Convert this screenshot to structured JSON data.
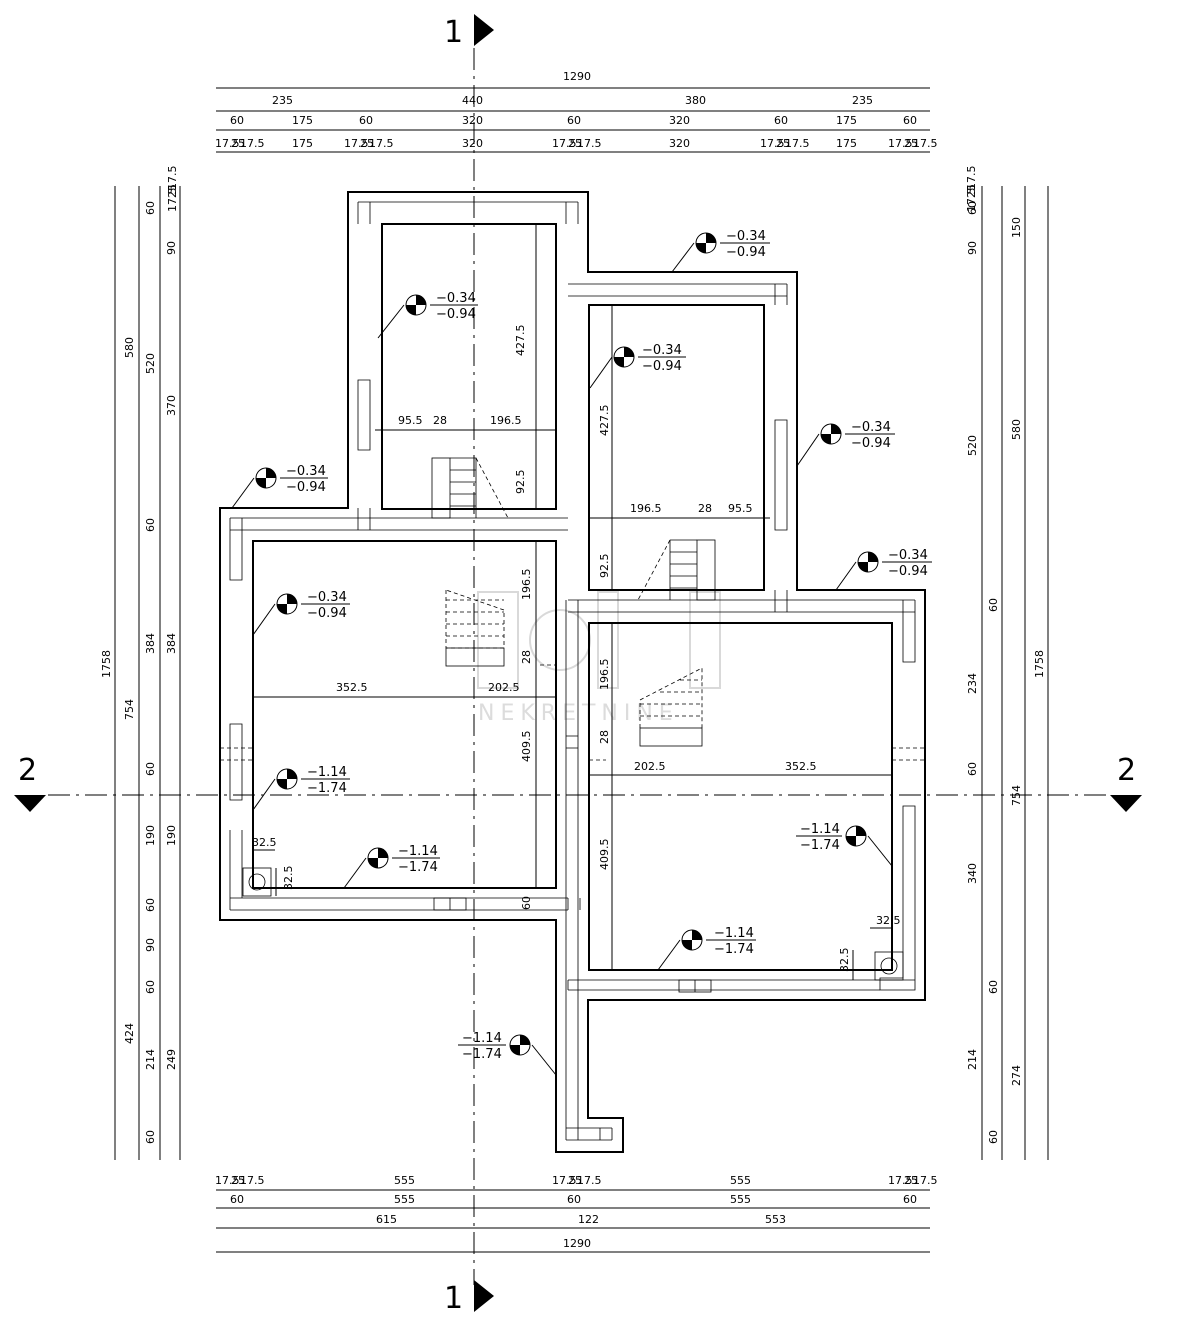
{
  "sections": {
    "s1": "1",
    "s2": "2"
  },
  "watermark": {
    "logo": "NO.1",
    "text": "NEKRETNINE"
  },
  "top_dims": {
    "overall": "1290",
    "row2": [
      "235",
      "440",
      "380",
      "235"
    ],
    "row3": [
      "60",
      "175",
      "60",
      "320",
      "60",
      "320",
      "60",
      "175",
      "60"
    ],
    "row4": [
      "17.5",
      "25",
      "17.5",
      "175",
      "17.5",
      "25",
      "17.5",
      "320",
      "17.5",
      "25",
      "17.5",
      "320",
      "17.5",
      "25",
      "17.5",
      "175",
      "17.5",
      "25",
      "17.5"
    ]
  },
  "bottom_dims": {
    "row1": [
      "17.5",
      "25",
      "17.5",
      "555",
      "17.5",
      "25",
      "17.5",
      "555",
      "17.5",
      "25",
      "17.5"
    ],
    "row2": [
      "60",
      "555",
      "60",
      "555",
      "60"
    ],
    "row3": [
      "615",
      "122",
      "553"
    ],
    "overall": "1290"
  },
  "left_dims": {
    "overall": "1758",
    "col2": [
      "580",
      "754",
      "424"
    ],
    "col3": [
      "520",
      "384",
      "190",
      "214"
    ],
    "col4": [
      "60",
      "90",
      "370",
      "60",
      "384",
      "60",
      "190",
      "60",
      "90",
      "60",
      "249",
      "60"
    ],
    "col5": [
      "17.5",
      "25",
      "17.5"
    ]
  },
  "right_dims": {
    "overall": "1758",
    "col2": [
      "150",
      "580",
      "754",
      "274"
    ],
    "col3": [
      "60",
      "90",
      "520",
      "60",
      "234",
      "60",
      "340",
      "60",
      "214",
      "60"
    ],
    "col4": [
      "17.5",
      "25",
      "17.5"
    ]
  },
  "interior_dims": [
    "427.5",
    "95.5",
    "28",
    "196.5",
    "92.5",
    "427.5",
    "196.5",
    "28",
    "95.5",
    "92.5",
    "196.5",
    "28",
    "352.5",
    "202.5",
    "409.5",
    "196.5",
    "28",
    "202.5",
    "352.5",
    "409.5",
    "32.5",
    "32.5",
    "32.5",
    "32.5",
    "60"
  ],
  "levels": {
    "upper": {
      "top": "−0.34",
      "bottom": "−0.94"
    },
    "lower": {
      "top": "−1.14",
      "bottom": "−1.74"
    }
  }
}
